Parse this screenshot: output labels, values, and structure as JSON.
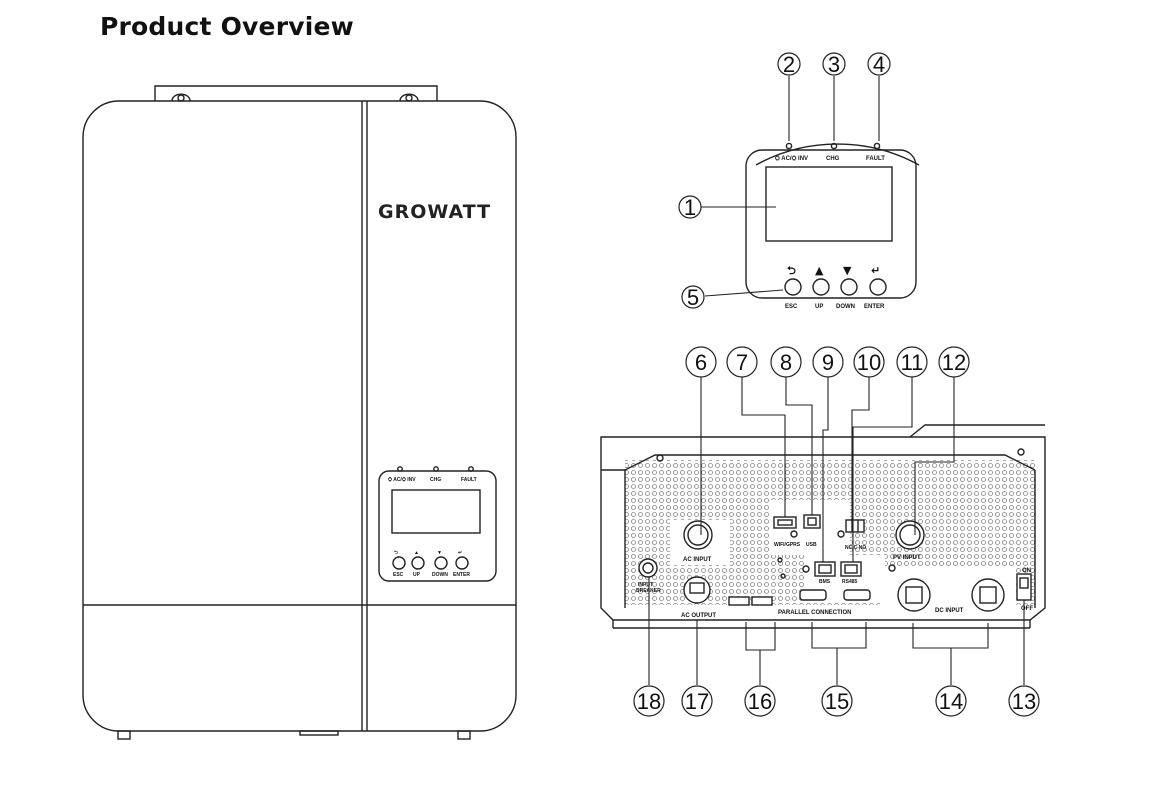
{
  "page": {
    "title": "Product Overview"
  },
  "brand": {
    "logo": "GROWATT"
  },
  "panel": {
    "led_labels": [
      "⛭ AC/⛭ INV",
      "CHG",
      "FAULT"
    ],
    "button_labels": [
      "ESC",
      "UP",
      "DOWN",
      "ENTER"
    ],
    "button_symbols": [
      "⮌",
      "▲",
      "▼",
      "↵"
    ]
  },
  "bottom_labels": {
    "ac_input": "AC INPUT",
    "wifi": "WIFI/GPRS",
    "usb": "USB",
    "relay": "NC C NO",
    "pv_input": "PV INPUT",
    "bms": "BMS",
    "rs485": "RS485",
    "input_breaker_1": "INPUT",
    "input_breaker_2": "BREAKER",
    "ac_output": "AC OUTPUT",
    "parallel": "PARALLEL CONNECTION",
    "dc_input": "DC INPUT",
    "on": "ON",
    "off": "OFF"
  },
  "callouts": [
    "1",
    "2",
    "3",
    "4",
    "5",
    "6",
    "7",
    "8",
    "9",
    "10",
    "11",
    "12",
    "13",
    "14",
    "15",
    "16",
    "17",
    "18"
  ]
}
